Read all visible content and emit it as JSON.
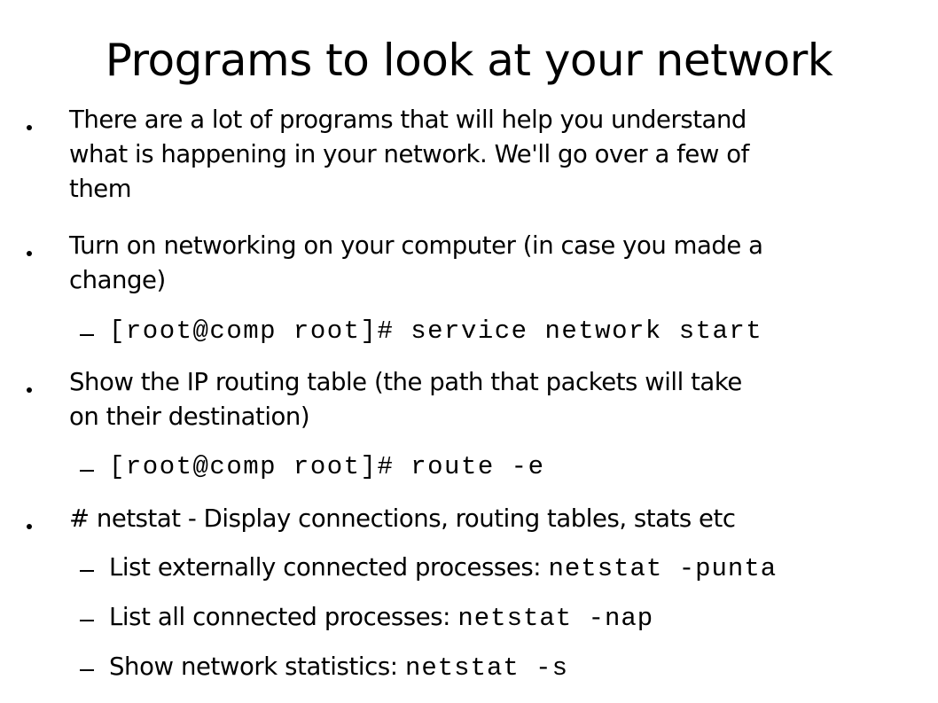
{
  "slide": {
    "title": "Programs to look at your network",
    "bullet1": {
      "line1": "There are a lot of programs that will help you understand",
      "line2": "what is happening in your network. We'll go over a few of",
      "line3": "them"
    },
    "bullet2": {
      "line1": "Turn on networking on your computer (in case you made a",
      "line2": "change)",
      "sub1": "[root@comp root]# service network start"
    },
    "bullet3": {
      "line1": "Show the IP routing table (the path that packets will take",
      "line2": "on their destination)",
      "sub1": "[root@comp root]# route -e"
    },
    "bullet4": {
      "line1": "# netstat - Display connections, routing tables, stats etc",
      "sub1_text": "List externally connected processes: ",
      "sub1_code": "netstat -punta",
      "sub2_text": "List all connected processes: ",
      "sub2_code": "netstat -nap",
      "sub3_text": "Show network statistics: ",
      "sub3_code": "netstat -s"
    }
  }
}
